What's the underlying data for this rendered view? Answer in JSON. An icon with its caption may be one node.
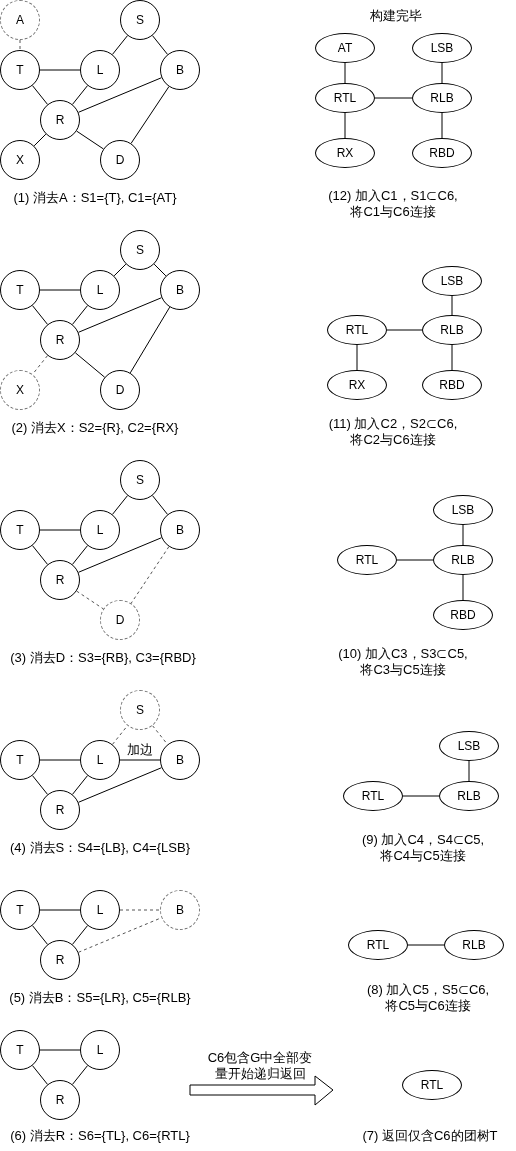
{
  "diagram": {
    "nodes": [
      {
        "text": [
          "A"
        ]
      },
      {
        "text": [
          "S"
        ]
      },
      {
        "text": [
          "T"
        ]
      },
      {
        "text": [
          "L"
        ]
      },
      {
        "text": [
          "B"
        ]
      },
      {
        "text": [
          "R"
        ]
      },
      {
        "text": [
          "X"
        ]
      },
      {
        "text": [
          "D"
        ]
      },
      {
        "text": [
          "AT"
        ]
      },
      {
        "text": [
          "LSB"
        ]
      },
      {
        "text": [
          "RTL"
        ]
      },
      {
        "text": [
          "RLB"
        ]
      },
      {
        "text": [
          "RX"
        ]
      },
      {
        "text": [
          "RBD"
        ]
      },
      {
        "text": [
          "S"
        ]
      },
      {
        "text": [
          "T"
        ]
      },
      {
        "text": [
          "L"
        ]
      },
      {
        "text": [
          "B"
        ]
      },
      {
        "text": [
          "R"
        ]
      },
      {
        "text": [
          "X"
        ]
      },
      {
        "text": [
          "D"
        ]
      },
      {
        "text": [
          "LSB"
        ]
      },
      {
        "text": [
          "RTL"
        ]
      },
      {
        "text": [
          "RLB"
        ]
      },
      {
        "text": [
          "RX"
        ]
      },
      {
        "text": [
          "RBD"
        ]
      },
      {
        "text": [
          "S"
        ]
      },
      {
        "text": [
          "T"
        ]
      },
      {
        "text": [
          "L"
        ]
      },
      {
        "text": [
          "B"
        ]
      },
      {
        "text": [
          "R"
        ]
      },
      {
        "text": [
          "D"
        ]
      },
      {
        "text": [
          "LSB"
        ]
      },
      {
        "text": [
          "RTL"
        ]
      },
      {
        "text": [
          "RLB"
        ]
      },
      {
        "text": [
          "RBD"
        ]
      },
      {
        "text": [
          "S"
        ]
      },
      {
        "text": [
          "T"
        ]
      },
      {
        "text": [
          "L"
        ]
      },
      {
        "text": [
          "B"
        ]
      },
      {
        "text": [
          "R"
        ]
      },
      {
        "text": [
          "LSB"
        ]
      },
      {
        "text": [
          "RTL"
        ]
      },
      {
        "text": [
          "RLB"
        ]
      },
      {
        "text": [
          "T"
        ]
      },
      {
        "text": [
          "L"
        ]
      },
      {
        "text": [
          "B"
        ]
      },
      {
        "text": [
          "R"
        ]
      },
      {
        "text": [
          "RTL"
        ]
      },
      {
        "text": [
          "RLB"
        ]
      },
      {
        "text": [
          "T"
        ]
      },
      {
        "text": [
          "L"
        ]
      },
      {
        "text": [
          "R"
        ]
      },
      {
        "text": [
          "RTL"
        ]
      }
    ],
    "edges": [
      {
        "from": 0,
        "to": 2,
        "arrow": "none",
        "style": "dashed"
      },
      {
        "from": 1,
        "to": 3,
        "arrow": "none"
      },
      {
        "from": 1,
        "to": 4,
        "arrow": "none"
      },
      {
        "from": 2,
        "to": 3,
        "arrow": "none"
      },
      {
        "from": 2,
        "to": 5,
        "arrow": "none"
      },
      {
        "from": 3,
        "to": 5,
        "arrow": "none"
      },
      {
        "from": 5,
        "to": 4,
        "arrow": "none"
      },
      {
        "from": 4,
        "to": 7,
        "arrow": "none"
      },
      {
        "from": 5,
        "to": 6,
        "arrow": "none"
      },
      {
        "from": 5,
        "to": 7,
        "arrow": "none"
      },
      {
        "from": 8,
        "to": 10,
        "arrow": "none"
      },
      {
        "from": 9,
        "to": 11,
        "arrow": "none"
      },
      {
        "from": 10,
        "to": 11,
        "arrow": "none"
      },
      {
        "from": 10,
        "to": 12,
        "arrow": "none"
      },
      {
        "from": 11,
        "to": 13,
        "arrow": "none"
      },
      {
        "from": 14,
        "to": 16,
        "arrow": "none"
      },
      {
        "from": 14,
        "to": 17,
        "arrow": "none"
      },
      {
        "from": 15,
        "to": 16,
        "arrow": "none"
      },
      {
        "from": 15,
        "to": 18,
        "arrow": "none"
      },
      {
        "from": 16,
        "to": 18,
        "arrow": "none"
      },
      {
        "from": 18,
        "to": 17,
        "arrow": "none"
      },
      {
        "from": 17,
        "to": 20,
        "arrow": "none"
      },
      {
        "from": 18,
        "to": 19,
        "arrow": "none",
        "style": "dashed"
      },
      {
        "from": 18,
        "to": 20,
        "arrow": "none"
      },
      {
        "from": 21,
        "to": 23,
        "arrow": "none"
      },
      {
        "from": 22,
        "to": 23,
        "arrow": "none"
      },
      {
        "from": 22,
        "to": 24,
        "arrow": "none"
      },
      {
        "from": 23,
        "to": 25,
        "arrow": "none"
      },
      {
        "from": 26,
        "to": 28,
        "arrow": "none"
      },
      {
        "from": 26,
        "to": 29,
        "arrow": "none"
      },
      {
        "from": 27,
        "to": 28,
        "arrow": "none"
      },
      {
        "from": 27,
        "to": 30,
        "arrow": "none"
      },
      {
        "from": 28,
        "to": 30,
        "arrow": "none"
      },
      {
        "from": 30,
        "to": 29,
        "arrow": "none"
      },
      {
        "from": 30,
        "to": 31,
        "arrow": "none",
        "style": "dashed"
      },
      {
        "from": 29,
        "to": 31,
        "arrow": "none",
        "style": "dashed"
      },
      {
        "from": 32,
        "to": 34,
        "arrow": "none"
      },
      {
        "from": 33,
        "to": 34,
        "arrow": "none"
      },
      {
        "from": 34,
        "to": 35,
        "arrow": "none"
      },
      {
        "from": 38,
        "to": 36,
        "arrow": "none",
        "style": "dashed"
      },
      {
        "from": 36,
        "to": 39,
        "arrow": "none",
        "style": "dashed"
      },
      {
        "from": 37,
        "to": 38,
        "arrow": "none"
      },
      {
        "from": 38,
        "to": 39,
        "arrow": "none",
        "label": "加边"
      },
      {
        "from": 37,
        "to": 40,
        "arrow": "none"
      },
      {
        "from": 38,
        "to": 40,
        "arrow": "none"
      },
      {
        "from": 40,
        "to": 39,
        "arrow": "none"
      },
      {
        "from": 41,
        "to": 43,
        "arrow": "none"
      },
      {
        "from": 42,
        "to": 43,
        "arrow": "none"
      },
      {
        "from": 44,
        "to": 45,
        "arrow": "none"
      },
      {
        "from": 45,
        "to": 46,
        "arrow": "none",
        "style": "dashed"
      },
      {
        "from": 44,
        "to": 47,
        "arrow": "none"
      },
      {
        "from": 45,
        "to": 47,
        "arrow": "none"
      },
      {
        "from": 47,
        "to": 46,
        "arrow": "none",
        "style": "dashed"
      },
      {
        "from": 48,
        "to": 49,
        "arrow": "none"
      },
      {
        "from": 50,
        "to": 51,
        "arrow": "none"
      },
      {
        "from": 50,
        "to": 52,
        "arrow": "none"
      },
      {
        "from": 51,
        "to": 52,
        "arrow": "none"
      }
    ],
    "labels": [
      "构建完毕",
      "(1) 消去A：S1={T}, C1={AT}",
      "(12) 加入C1，S1⊂C6, 将C1与C6连接",
      "(2) 消去X：S2={R}, C2={RX}",
      "(11) 加入C2，S2⊂C6, 将C2与C6连接",
      "(3) 消去D：S3={RB}, C3={RBD}",
      "(10) 加入C3，S3⊂C5, 将C3与C5连接",
      "(4) 消去S：S4={LB}, C4={LSB}",
      "(9) 加入C4，S4⊂C5, 将C4与C5连接",
      "(5) 消去B：S5={LR}, C5={RLB}",
      "(8) 加入C5，S5⊂C6, 将C5与C6连接",
      "(6) 消去R：S6={TL}, C6={RTL}",
      "C6包含G中全部变量开始递归返回",
      "(7) 返回仅含C6的团树T"
    ]
  }
}
